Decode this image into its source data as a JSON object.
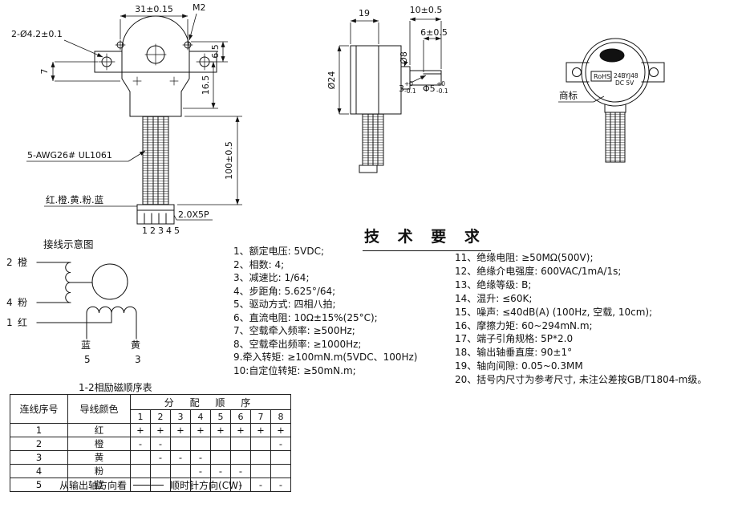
{
  "front_view": {
    "dim_width_top": "31±0.15",
    "label_m2": "M2",
    "label_holes": "2-Ø4.2±0.1",
    "dim_left": "7",
    "dim_right_top": "6.5",
    "dim_right_mid": "16.5",
    "dim_wire_length": "100±0.5",
    "wire_spec": "5-AWG26# UL1061",
    "wire_colors": "红.橙.黄.粉.蓝",
    "pin_numbers": "12345",
    "connector_spec": "2.0X5P"
  },
  "side_view": {
    "dim_body": "19",
    "dim_shaft": "10±0.5",
    "dim_flat": "6±0.5",
    "dim_body_dia": "Ø24",
    "dim_boss_dia": "Ø8",
    "flat_width": {
      "base": "3",
      "upper": "+0",
      "lower": "-0.1"
    },
    "shaft_dia": {
      "base": "Φ5",
      "upper": "+0",
      "lower": "-0.1"
    }
  },
  "label_view": {
    "trademark": "商标",
    "rohs": "RoHS",
    "label_line1": "24BYJ48",
    "label_line2": "DC 5V"
  },
  "wiring": {
    "title": "接线示意图",
    "leads": {
      "orange_num": "2",
      "orange": "橙",
      "pink_num": "4",
      "pink": "粉",
      "red_num": "1",
      "red": "红",
      "blue": "蓝",
      "blue_num": "5",
      "yellow": "黄",
      "yellow_num": "3"
    }
  },
  "tech": {
    "title": "技 术 要 求",
    "left": [
      "1、额定电压: 5VDC;",
      "2、相数: 4;",
      "3、减速比: 1/64;",
      "4、步距角: 5.625°/64;",
      "5、驱动方式: 四相八拍;",
      "6、直流电阻: 10Ω±15%(25°C);",
      "7、空载牵入频率: ≥500Hz;",
      "8、空载牵出频率: ≥1000Hz;",
      "9.牵入转矩: ≥100mN.m(5VDC、100Hz)",
      "10:自定位转矩: ≥50mN.m;"
    ],
    "right": [
      "11、绝缘电阻: ≥50MΩ(500V);",
      "12、绝缘介电强度: 600VAC/1mA/1s;",
      "13、绝缘等级: B;",
      "14、温升: ≤60K;",
      "15、噪声: ≤40dB(A) (100Hz, 空载, 10cm);",
      "16、摩擦力矩: 60~294mN.m;",
      "17、端子引角规格: 5P*2.0",
      "18、输出轴垂直度: 90±1°",
      "19、轴向间隙: 0.05~0.3MM",
      "20、括号内尺寸为参考尺寸, 未注公差按GB/T1804-m级。"
    ]
  },
  "sequence_table": {
    "title": "1-2相励磁顺序表",
    "header_wire_no": "连线序号",
    "header_wire_color": "导线颜色",
    "header_sequence": "分 配 顺 序",
    "steps": [
      "1",
      "2",
      "3",
      "4",
      "5",
      "6",
      "7",
      "8"
    ],
    "rows": [
      {
        "no": "1",
        "color": "红",
        "cells": [
          "+",
          "+",
          "+",
          "+",
          "+",
          "+",
          "+",
          "+"
        ]
      },
      {
        "no": "2",
        "color": "橙",
        "cells": [
          "-",
          "-",
          "",
          "",
          "",
          "",
          "",
          "-"
        ]
      },
      {
        "no": "3",
        "color": "黄",
        "cells": [
          "",
          "-",
          "-",
          "-",
          "",
          "",
          "",
          ""
        ]
      },
      {
        "no": "4",
        "color": "粉",
        "cells": [
          "",
          "",
          "",
          "-",
          "-",
          "-",
          "",
          ""
        ]
      },
      {
        "no": "5",
        "color": "蓝",
        "cells": [
          "",
          "",
          "",
          "",
          "",
          "-",
          "-",
          "-"
        ]
      }
    ],
    "footnote_left": "从输出轴方向看",
    "footnote_right": "顺时针方向(CW)"
  }
}
